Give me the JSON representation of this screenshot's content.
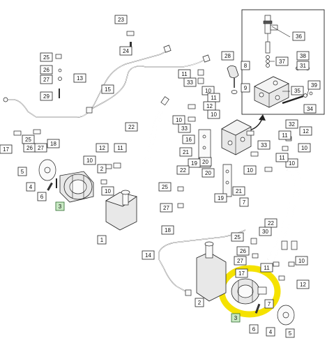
{
  "labels": [
    {
      "id": "l23",
      "text": "23"
    },
    {
      "id": "l24",
      "text": "24"
    },
    {
      "id": "l25a",
      "text": "25"
    },
    {
      "id": "l26a",
      "text": "26"
    },
    {
      "id": "l27a",
      "text": "27"
    },
    {
      "id": "l13",
      "text": "13"
    },
    {
      "id": "l15",
      "text": "15"
    },
    {
      "id": "l29",
      "text": "29"
    },
    {
      "id": "l28",
      "text": "28"
    },
    {
      "id": "l11a",
      "text": "11"
    },
    {
      "id": "l33a",
      "text": "33"
    },
    {
      "id": "l10a",
      "text": "10"
    },
    {
      "id": "l9",
      "text": "9"
    },
    {
      "id": "l8",
      "text": "8"
    },
    {
      "id": "l36",
      "text": "36"
    },
    {
      "id": "l37",
      "text": "37"
    },
    {
      "id": "l38",
      "text": "38"
    },
    {
      "id": "l31",
      "text": "31"
    },
    {
      "id": "l35",
      "text": "35"
    },
    {
      "id": "l39",
      "text": "39"
    },
    {
      "id": "l34",
      "text": "34"
    },
    {
      "id": "l32",
      "text": "32"
    },
    {
      "id": "l22a",
      "text": "22"
    },
    {
      "id": "l11b",
      "text": "11"
    },
    {
      "id": "l12a",
      "text": "12"
    },
    {
      "id": "l10b",
      "text": "10"
    },
    {
      "id": "l33b",
      "text": "33"
    },
    {
      "id": "l10c",
      "text": "10"
    },
    {
      "id": "l12b",
      "text": "12"
    },
    {
      "id": "l11c",
      "text": "11"
    },
    {
      "id": "l21a",
      "text": "21"
    },
    {
      "id": "l16",
      "text": "16"
    },
    {
      "id": "l20a",
      "text": "20"
    },
    {
      "id": "l19a",
      "text": "19"
    },
    {
      "id": "l20b",
      "text": "20"
    },
    {
      "id": "l22b",
      "text": "22"
    },
    {
      "id": "l21b",
      "text": "21"
    },
    {
      "id": "l19b",
      "text": "19"
    },
    {
      "id": "l7a",
      "text": "7"
    },
    {
      "id": "l12c",
      "text": "12"
    },
    {
      "id": "l11d",
      "text": "11"
    },
    {
      "id": "l10d",
      "text": "10"
    },
    {
      "id": "l33c",
      "text": "33"
    },
    {
      "id": "l10e",
      "text": "10"
    },
    {
      "id": "l10f",
      "text": "10"
    },
    {
      "id": "l11e",
      "text": "11"
    },
    {
      "id": "l17a",
      "text": "17"
    },
    {
      "id": "l25b",
      "text": "25"
    },
    {
      "id": "l26b",
      "text": "26"
    },
    {
      "id": "l27b",
      "text": "27"
    },
    {
      "id": "l18a",
      "text": "18"
    },
    {
      "id": "l5a",
      "text": "5"
    },
    {
      "id": "l4a",
      "text": "4"
    },
    {
      "id": "l6a",
      "text": "6"
    },
    {
      "id": "l3a",
      "text": "3"
    },
    {
      "id": "l12d",
      "text": "12"
    },
    {
      "id": "l11f",
      "text": "11"
    },
    {
      "id": "l10g",
      "text": "10"
    },
    {
      "id": "l10h",
      "text": "10"
    },
    {
      "id": "l2a",
      "text": "2"
    },
    {
      "id": "l1",
      "text": "1"
    },
    {
      "id": "l25c",
      "text": "25"
    },
    {
      "id": "l27c",
      "text": "27"
    },
    {
      "id": "l18b",
      "text": "18"
    },
    {
      "id": "l22c",
      "text": "22"
    },
    {
      "id": "l30",
      "text": "30"
    },
    {
      "id": "l25d",
      "text": "25"
    },
    {
      "id": "l26c",
      "text": "26"
    },
    {
      "id": "l27d",
      "text": "27"
    },
    {
      "id": "l14",
      "text": "14"
    },
    {
      "id": "l17b",
      "text": "17"
    },
    {
      "id": "l10i",
      "text": "10"
    },
    {
      "id": "l11g",
      "text": "11"
    },
    {
      "id": "l12e",
      "text": "12"
    },
    {
      "id": "l7b",
      "text": "7"
    },
    {
      "id": "l2b",
      "text": "2"
    },
    {
      "id": "l3b",
      "text": "3"
    },
    {
      "id": "l6b",
      "text": "6"
    },
    {
      "id": "l4b",
      "text": "4"
    },
    {
      "id": "l5b",
      "text": "5"
    }
  ],
  "colors": {
    "highlight": "#f5e200",
    "green_box": "#c9e9c4",
    "ink": "#222222"
  }
}
